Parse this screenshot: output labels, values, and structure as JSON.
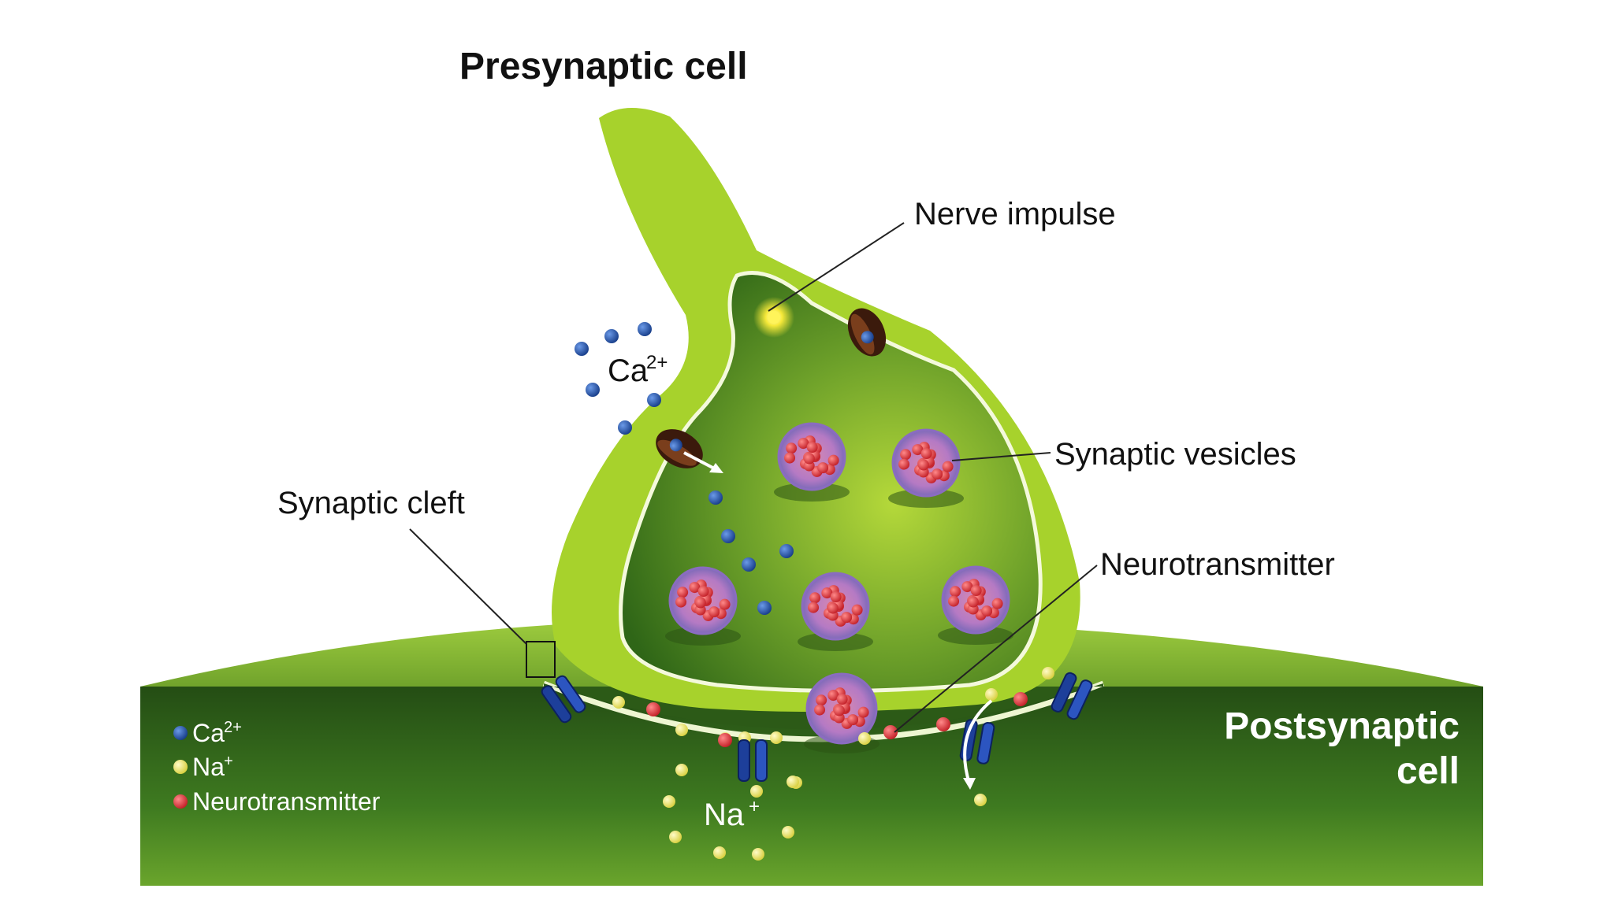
{
  "labels": {
    "presynaptic": "Presynaptic cell",
    "nerve_impulse": "Nerve impulse",
    "ca_label": "Ca",
    "ca_sup": "2+",
    "synaptic_vesicles": "Synaptic vesicles",
    "synaptic_cleft": "Synaptic cleft",
    "neurotransmitter": "Neurotransmitter",
    "postsynaptic_line1": "Postsynaptic",
    "postsynaptic_line2": "cell",
    "na_label": "Na",
    "na_sup": "+"
  },
  "legend": {
    "items": [
      {
        "label": "Ca",
        "sup": "2+",
        "color": "#1f4fa8"
      },
      {
        "label": "Na",
        "sup": "+",
        "color": "#f2ec7a"
      },
      {
        "label": "Neurotransmitter",
        "sup": "",
        "color": "#e0343a"
      }
    ]
  },
  "colors": {
    "presynaptic_outer": "#a4cf2a",
    "presynaptic_inner": "#4f8a1f",
    "postsynaptic_top": "#7fb233",
    "postsynaptic_body": "#2d5a18",
    "calcium": "#1f4fa8",
    "sodium": "#f2ec7a",
    "neurotransmitter": "#e0343a",
    "vesicle": "#b07ac8",
    "channel": "#1d3f9a"
  }
}
